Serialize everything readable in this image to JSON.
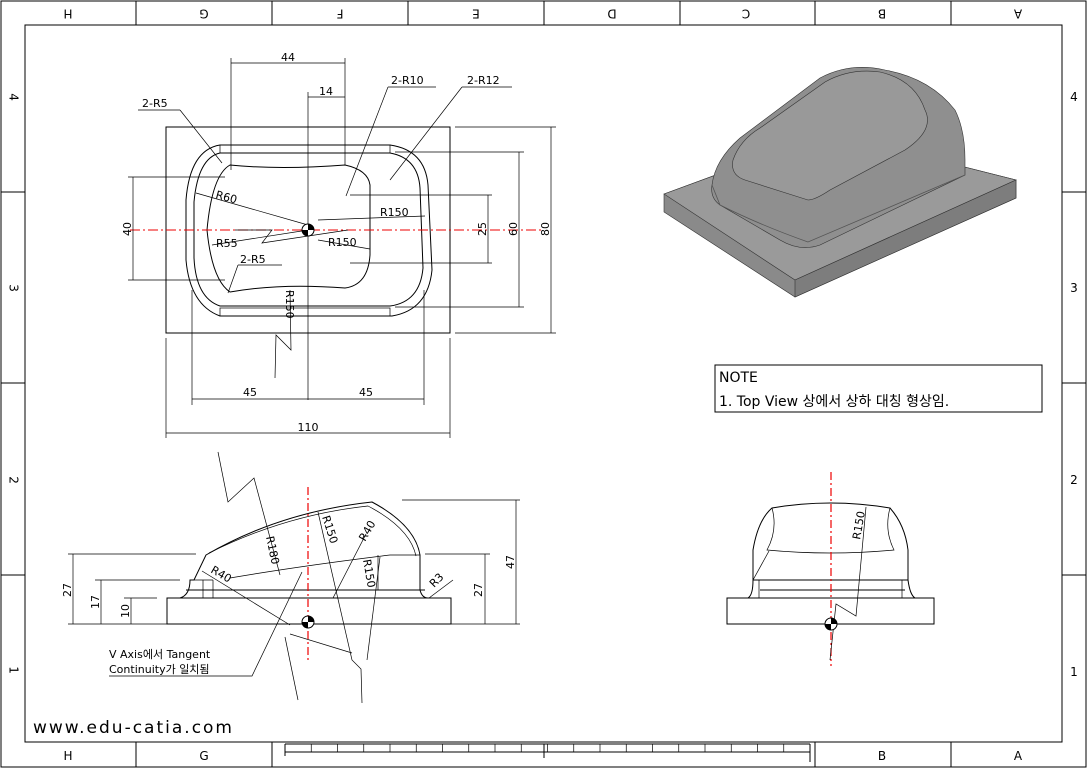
{
  "border": {
    "top_zones": [
      "H",
      "G",
      "F",
      "E",
      "D",
      "C",
      "B",
      "A"
    ],
    "bottom_zones": [
      "H",
      "G",
      "B",
      "A"
    ],
    "left_rows": [
      "4",
      "3",
      "2",
      "1"
    ],
    "right_rows": [
      "4",
      "3",
      "2",
      "1"
    ]
  },
  "top_view": {
    "dims": {
      "d44": "44",
      "d14": "14",
      "r10": "2-R10",
      "r12": "2-R12",
      "r5a": "2-R5",
      "r60": "R60",
      "r150a": "R150",
      "r55": "R55",
      "r150b": "R150",
      "r5b": "2-R5",
      "r150c": "R150",
      "d40": "40",
      "d25": "25",
      "d60": "60",
      "d80": "80",
      "d45a": "45",
      "d45b": "45",
      "d110": "110"
    }
  },
  "front_view": {
    "dims": {
      "r180": "R180",
      "r150a": "R150",
      "r40a": "R40",
      "r40b": "R40",
      "r150b": "R150",
      "r3": "R3",
      "d27a": "27",
      "d17": "17",
      "d10": "10",
      "d27b": "27",
      "d47": "47"
    },
    "callout_line1": "V Axis에서 Tangent",
    "callout_line2": "Continuity가 일치됨"
  },
  "side_view": {
    "dims": {
      "r150": "R150"
    }
  },
  "note": {
    "title": "NOTE",
    "line1": "1. Top View 상에서 상하 대칭 형상임."
  },
  "watermark": "www.edu-catia.com",
  "colors": {
    "axis": "#e00000",
    "solid": "#8a8a8a"
  }
}
